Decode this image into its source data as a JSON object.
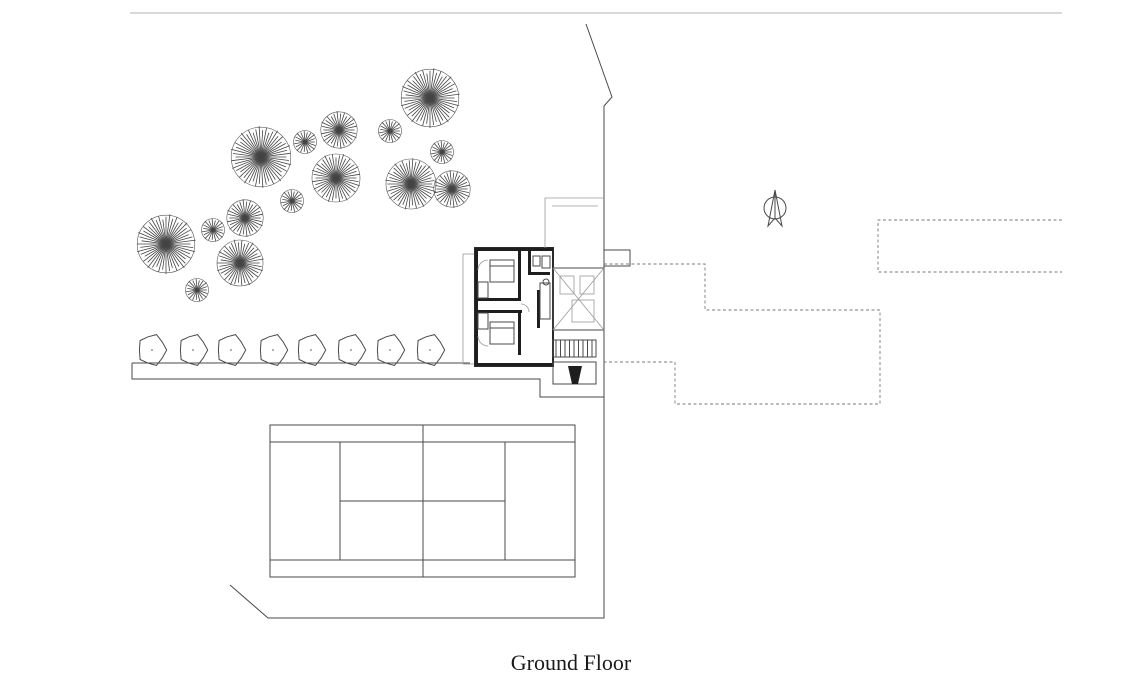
{
  "caption": "Ground Floor",
  "colors": {
    "line": "#4a4a4a",
    "wall": "#1e1e1e",
    "background": "#ffffff"
  },
  "icons": {
    "north_arrow": "north-arrow-icon"
  },
  "plan_elements": [
    "boundary",
    "tree-cluster",
    "hedge-row",
    "house",
    "tennis-court",
    "terrace",
    "north-arrow"
  ]
}
